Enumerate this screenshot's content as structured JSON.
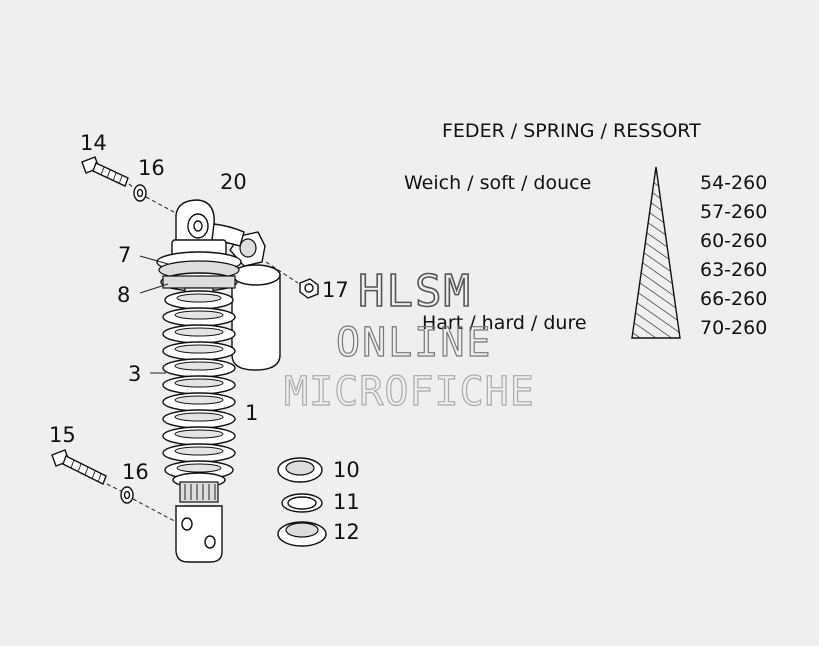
{
  "spring_table": {
    "title": "FEDER / SPRING / RESSORT",
    "soft_label": "Weich / soft / douce",
    "hard_label": "Hart / hard / dure",
    "rates": [
      "54-260",
      "57-260",
      "60-260",
      "63-260",
      "66-260",
      "70-260"
    ]
  },
  "callouts": {
    "p1": "1",
    "p3": "3",
    "p7": "7",
    "p8": "8",
    "p10": "10",
    "p11": "11",
    "p12": "12",
    "p14": "14",
    "p15": "15",
    "p16a": "16",
    "p16b": "16",
    "p17": "17",
    "p20": "20"
  },
  "watermark": {
    "line1": "HLSM",
    "line2": "ONLINE",
    "line3": "MICROFICHE"
  }
}
